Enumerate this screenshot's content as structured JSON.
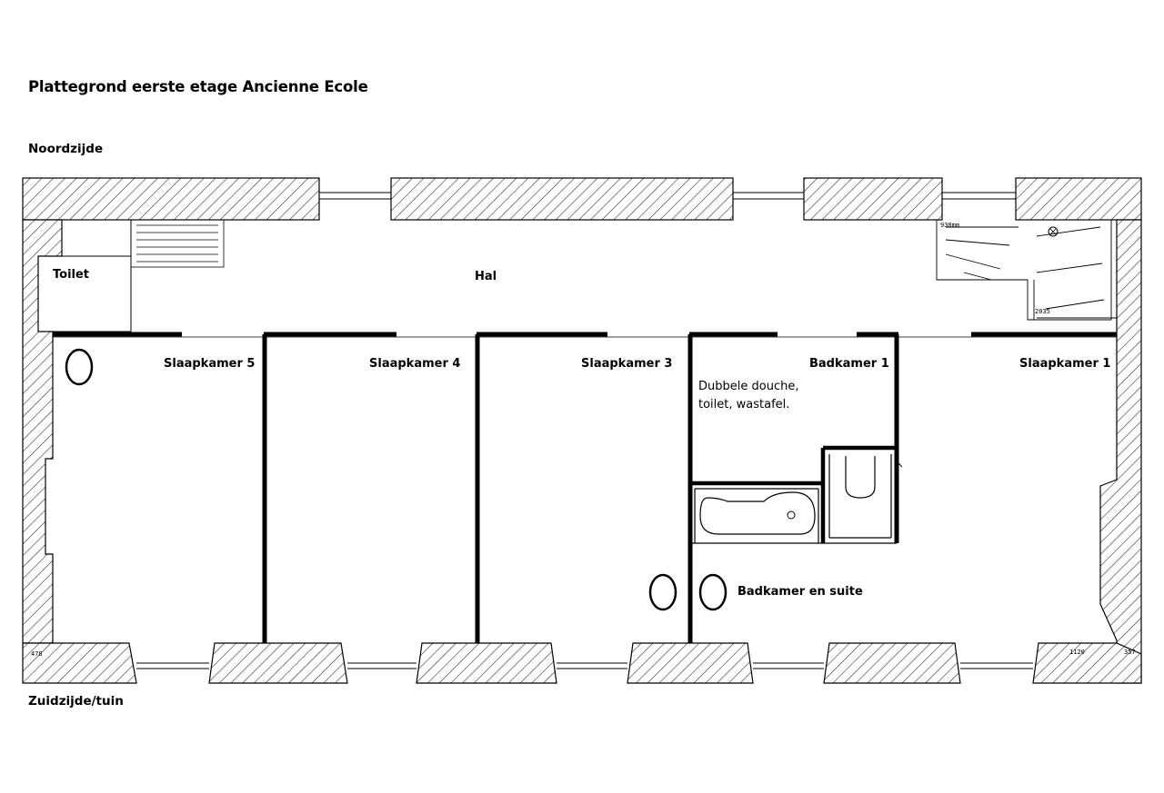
{
  "title": "Plattegrond eerste etage Ancienne Ecole",
  "orientation": {
    "north": "Noordzijde",
    "south": "Zuidzijde/tuin"
  },
  "rooms": {
    "toilet": "Toilet",
    "hall": "Hal",
    "bedroom5": "Slaapkamer 5",
    "bedroom4": "Slaapkamer 4",
    "bedroom3": "Slaapkamer 3",
    "bathroom1": "Badkamer 1",
    "bathroom1_note_line1": "Dubbele douche,",
    "bathroom1_note_line2": "toilet, wastafel.",
    "bedroom1": "Slaapkamer 1",
    "ensuite": "Badkamer en suite"
  },
  "dimensions": {
    "top_right": "930mm",
    "stair_right": "2035",
    "bottom_left": "478",
    "bottom_right_a": "1120",
    "bottom_right_b": "357"
  }
}
